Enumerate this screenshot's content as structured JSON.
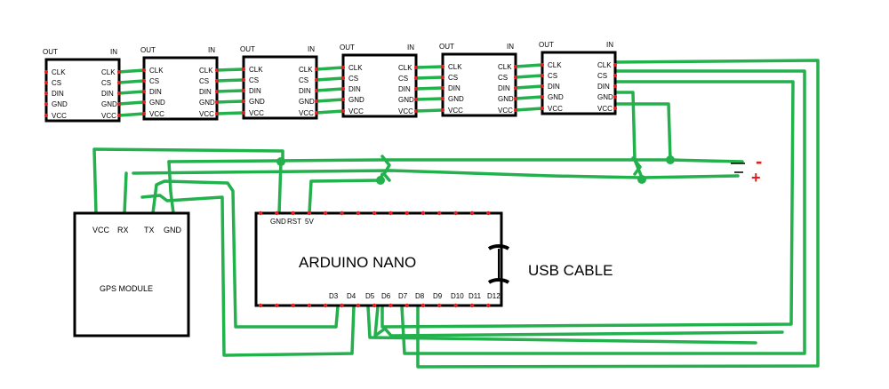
{
  "modules": {
    "out_label": "OUT",
    "in_label": "IN",
    "pins": [
      "CLK",
      "CS",
      "DIN",
      "GND",
      "VCC"
    ]
  },
  "gps": {
    "title": "GPS MODULE",
    "pins": [
      "VCC",
      "RX",
      "TX",
      "GND"
    ]
  },
  "arduino": {
    "title": "ARDUINO NANO",
    "top_pins": [
      "GND",
      "RST",
      "5V"
    ],
    "bottom_pins": [
      "D3",
      "D4",
      "D5",
      "D6",
      "D7",
      "D8",
      "D9",
      "D10",
      "D11",
      "D12"
    ]
  },
  "usb": {
    "label": "USB CABLE"
  },
  "battery": {
    "minus": "-",
    "plus": "+"
  },
  "colors": {
    "wire": "#22b14c",
    "pin": "#e02020",
    "outline": "#000000",
    "polarity": "#e02020"
  }
}
